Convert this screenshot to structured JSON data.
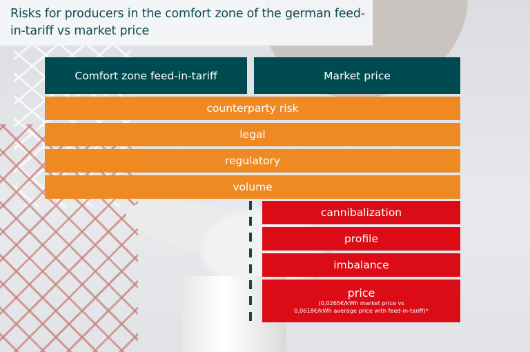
{
  "title": "Risks for producers in the comfort zone of the german feed-in-tariff vs market price",
  "headers": {
    "left": "Comfort zone feed-in-tariff",
    "right": "Market price"
  },
  "shared_risks": [
    {
      "label": "counterparty risk"
    },
    {
      "label": "legal"
    },
    {
      "label": "regulatory"
    },
    {
      "label": "volume"
    }
  ],
  "market_only_risks": [
    {
      "label": "cannibalization"
    },
    {
      "label": "profile"
    },
    {
      "label": "imbalance"
    },
    {
      "label": "price",
      "note_line1": "(0,0265€/kWh market price vs",
      "note_line2": "0,0618€/kWh average price with feed-in-tariff)*"
    }
  ],
  "colors": {
    "header": "#004b52",
    "shared_risk": "#ee8a21",
    "market_risk": "#dc0c16",
    "title_text": "#0f4a4e",
    "divider": "#0b4a4f"
  }
}
